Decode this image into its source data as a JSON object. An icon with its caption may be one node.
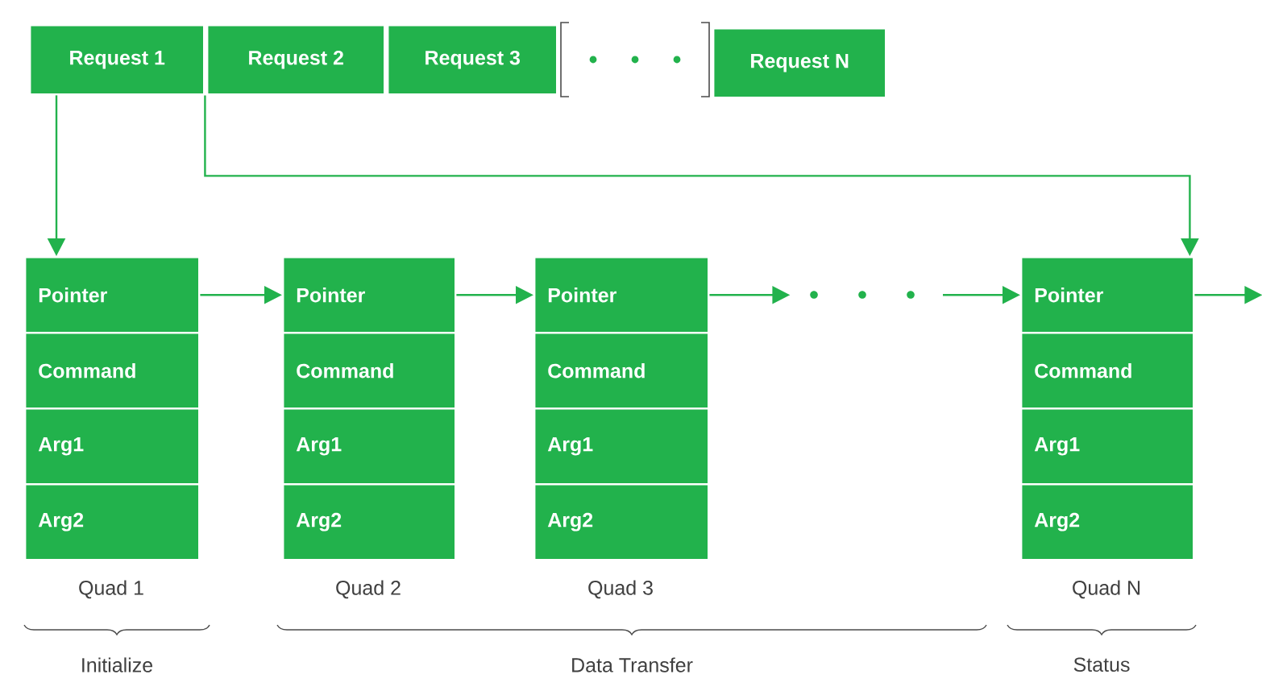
{
  "diagram": {
    "nodes": [
      {
        "text": [
          "Request 1"
        ]
      },
      {
        "text": [
          "Request 2"
        ]
      },
      {
        "text": [
          "Request 3"
        ]
      },
      {
        "text": [
          "Request N"
        ]
      },
      {
        "text": [
          "Pointer"
        ]
      },
      {
        "text": [
          "Command"
        ]
      },
      {
        "text": [
          "Arg1"
        ]
      },
      {
        "text": [
          "Arg2"
        ],
        "beside": [
          "Quad 1"
        ]
      },
      {
        "text": [
          "Pointer"
        ]
      },
      {
        "text": [
          "Command"
        ]
      },
      {
        "text": [
          "Arg1"
        ]
      },
      {
        "text": [
          "Arg2"
        ],
        "beside": [
          "Quad 2"
        ]
      },
      {
        "text": [
          "Pointer"
        ]
      },
      {
        "text": [
          "Command"
        ]
      },
      {
        "text": [
          "Arg1"
        ]
      },
      {
        "text": [
          "Arg2"
        ],
        "beside": [
          "Quad 3"
        ]
      },
      {
        "text": [
          "Pointer"
        ]
      },
      {
        "text": [
          "Command"
        ]
      },
      {
        "text": [
          "Arg1"
        ]
      },
      {
        "text": [
          "Arg2"
        ],
        "beside": [
          "Quad N"
        ]
      }
    ],
    "edges": [
      {
        "from": 0,
        "to": 4,
        "arrow": "to"
      },
      {
        "from": 0,
        "to": 16,
        "arrow": "to"
      },
      {
        "from": 4,
        "to": 8,
        "arrow": "to"
      },
      {
        "from": 8,
        "to": 12,
        "arrow": "to"
      },
      {
        "from": 12,
        "to": null,
        "arrow": "to"
      },
      {
        "from": null,
        "to": 16,
        "arrow": "to"
      },
      {
        "from": 16,
        "to": null,
        "arrow": "to"
      }
    ],
    "labels": [
      "Initialize",
      "Data Transfer",
      "Status"
    ]
  }
}
